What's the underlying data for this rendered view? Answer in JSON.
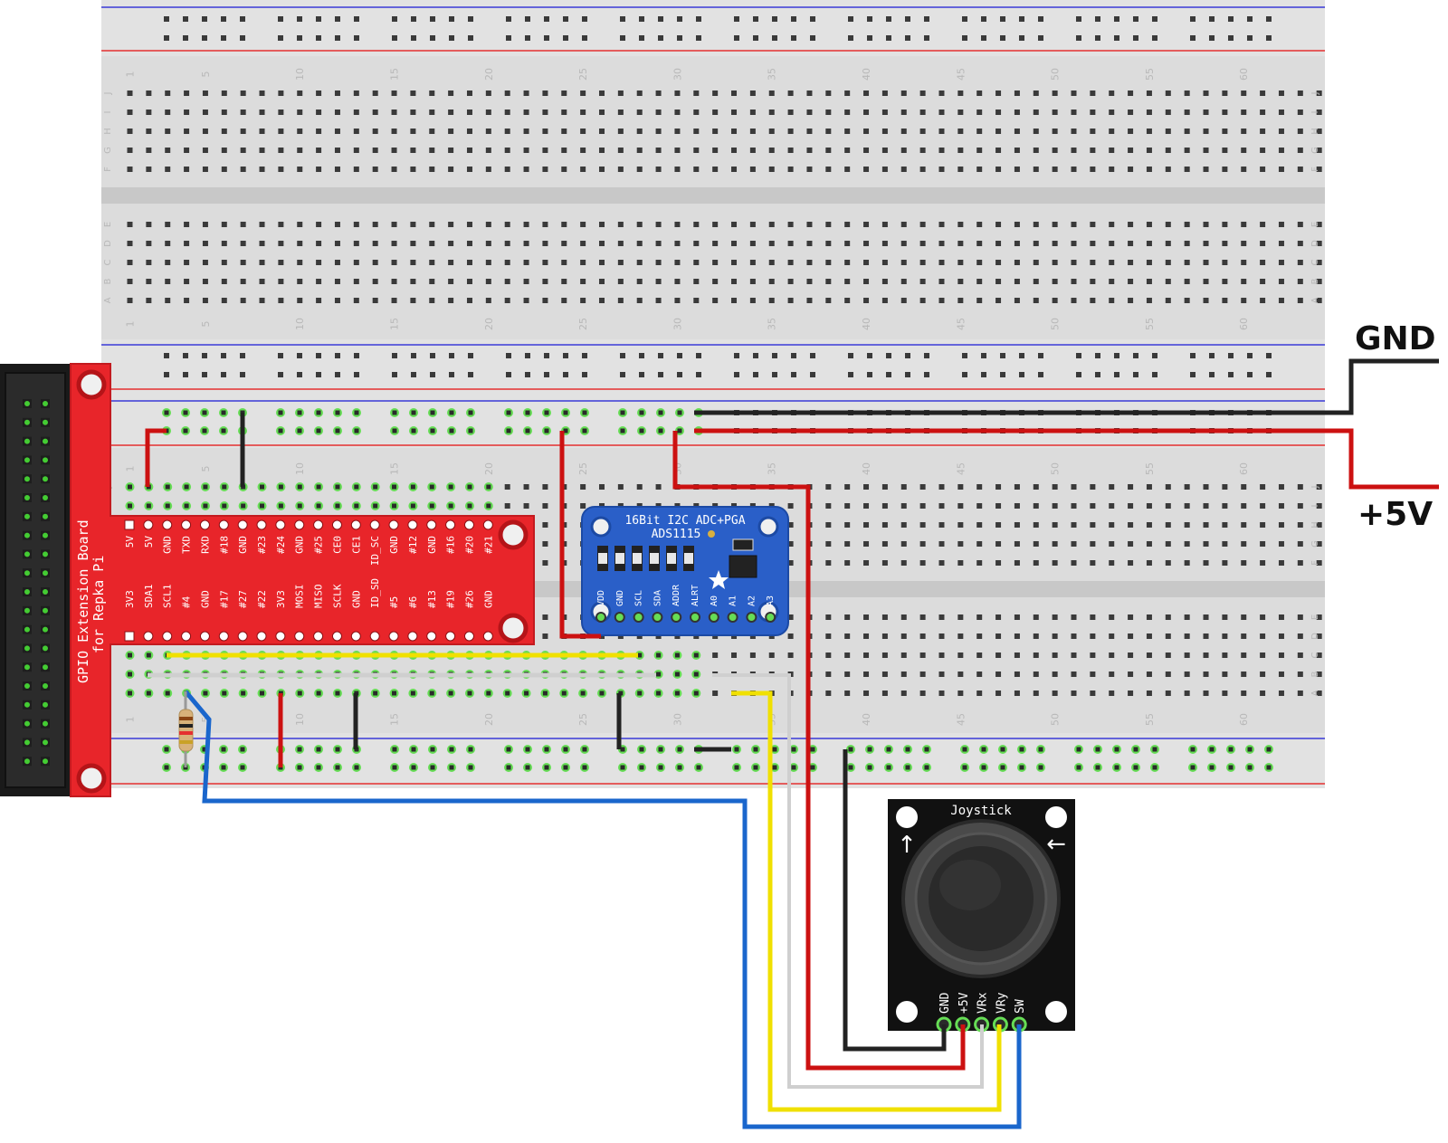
{
  "labels": {
    "gnd": "GND",
    "plus5v": "+5V"
  },
  "breadboard": {
    "column_numbers": [
      "1",
      "5",
      "10",
      "15",
      "20",
      "25",
      "30",
      "35",
      "40",
      "45",
      "50",
      "55",
      "60"
    ],
    "row_letters_top": [
      "J",
      "I",
      "H",
      "G",
      "F"
    ],
    "row_letters_bottom": [
      "E",
      "D",
      "C",
      "B",
      "A"
    ],
    "columns": 64,
    "rail_color_positive": "#e53030",
    "rail_color_negative": "#3a3ad8"
  },
  "gpio_board": {
    "title_line1": "GPIO Extension Board",
    "title_line2": "for Repka Pi",
    "top_pins": [
      "5V",
      "5V",
      "GND",
      "TXD",
      "RXD",
      "#18",
      "GND",
      "#23",
      "#24",
      "GND",
      "#25",
      "CE0",
      "CE1",
      "ID_SC",
      "GND",
      "#12",
      "GND",
      "#16",
      "#20",
      "#21"
    ],
    "bottom_pins": [
      "3V3",
      "SDA1",
      "SCL1",
      "#4",
      "GND",
      "#17",
      "#27",
      "#22",
      "3V3",
      "MOSI",
      "MISO",
      "SCLK",
      "GND",
      "ID_SD",
      "#5",
      "#6",
      "#13",
      "#19",
      "#26",
      "GND"
    ],
    "color": "#e8252a"
  },
  "adc": {
    "title_line1": "16Bit I2C ADC+PGA",
    "title_line2": "ADS1115",
    "pins": [
      "VDD",
      "GND",
      "SCL",
      "SDA",
      "ADDR",
      "ALRT",
      "A0",
      "A1",
      "A2",
      "A3"
    ],
    "color": "#2a5fc8"
  },
  "joystick": {
    "title": "Joystick",
    "pins": [
      "GND",
      "+5V",
      "VRx",
      "VRy",
      "SW"
    ],
    "color": "#111111"
  },
  "wire_colors": {
    "red": "#cc1111",
    "black": "#222222",
    "yellow": "#f0e000",
    "white": "#cfcfcf",
    "blue": "#1a66cc"
  }
}
